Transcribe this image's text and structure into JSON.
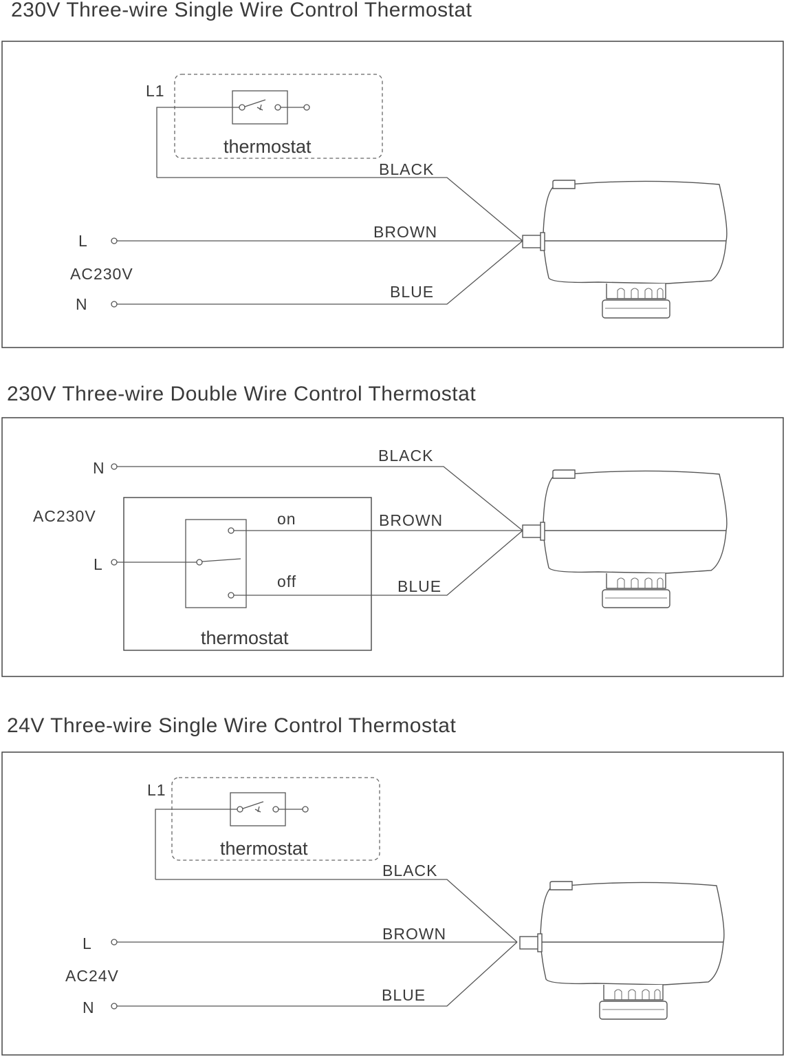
{
  "diagrams": [
    {
      "title": "230V Three-wire Single Wire Control Thermostat",
      "labels": {
        "l1": "L1",
        "thermostat": "thermostat",
        "black": "BLACK",
        "brown": "BROWN",
        "blue": "BLUE",
        "l": "L",
        "voltage": "AC230V",
        "n": "N"
      }
    },
    {
      "title": "230V Three-wire Double Wire Control Thermostat",
      "labels": {
        "n": "N",
        "black": "BLACK",
        "voltage": "AC230V",
        "on": "on",
        "brown": "BROWN",
        "l": "L",
        "off": "off",
        "blue": "BLUE",
        "thermostat": "thermostat"
      }
    },
    {
      "title": "24V Three-wire Single Wire Control Thermostat",
      "labels": {
        "l1": "L1",
        "thermostat": "thermostat",
        "black": "BLACK",
        "brown": "BROWN",
        "l": "L",
        "voltage": "AC24V",
        "n": "N",
        "blue": "BLUE"
      }
    }
  ]
}
